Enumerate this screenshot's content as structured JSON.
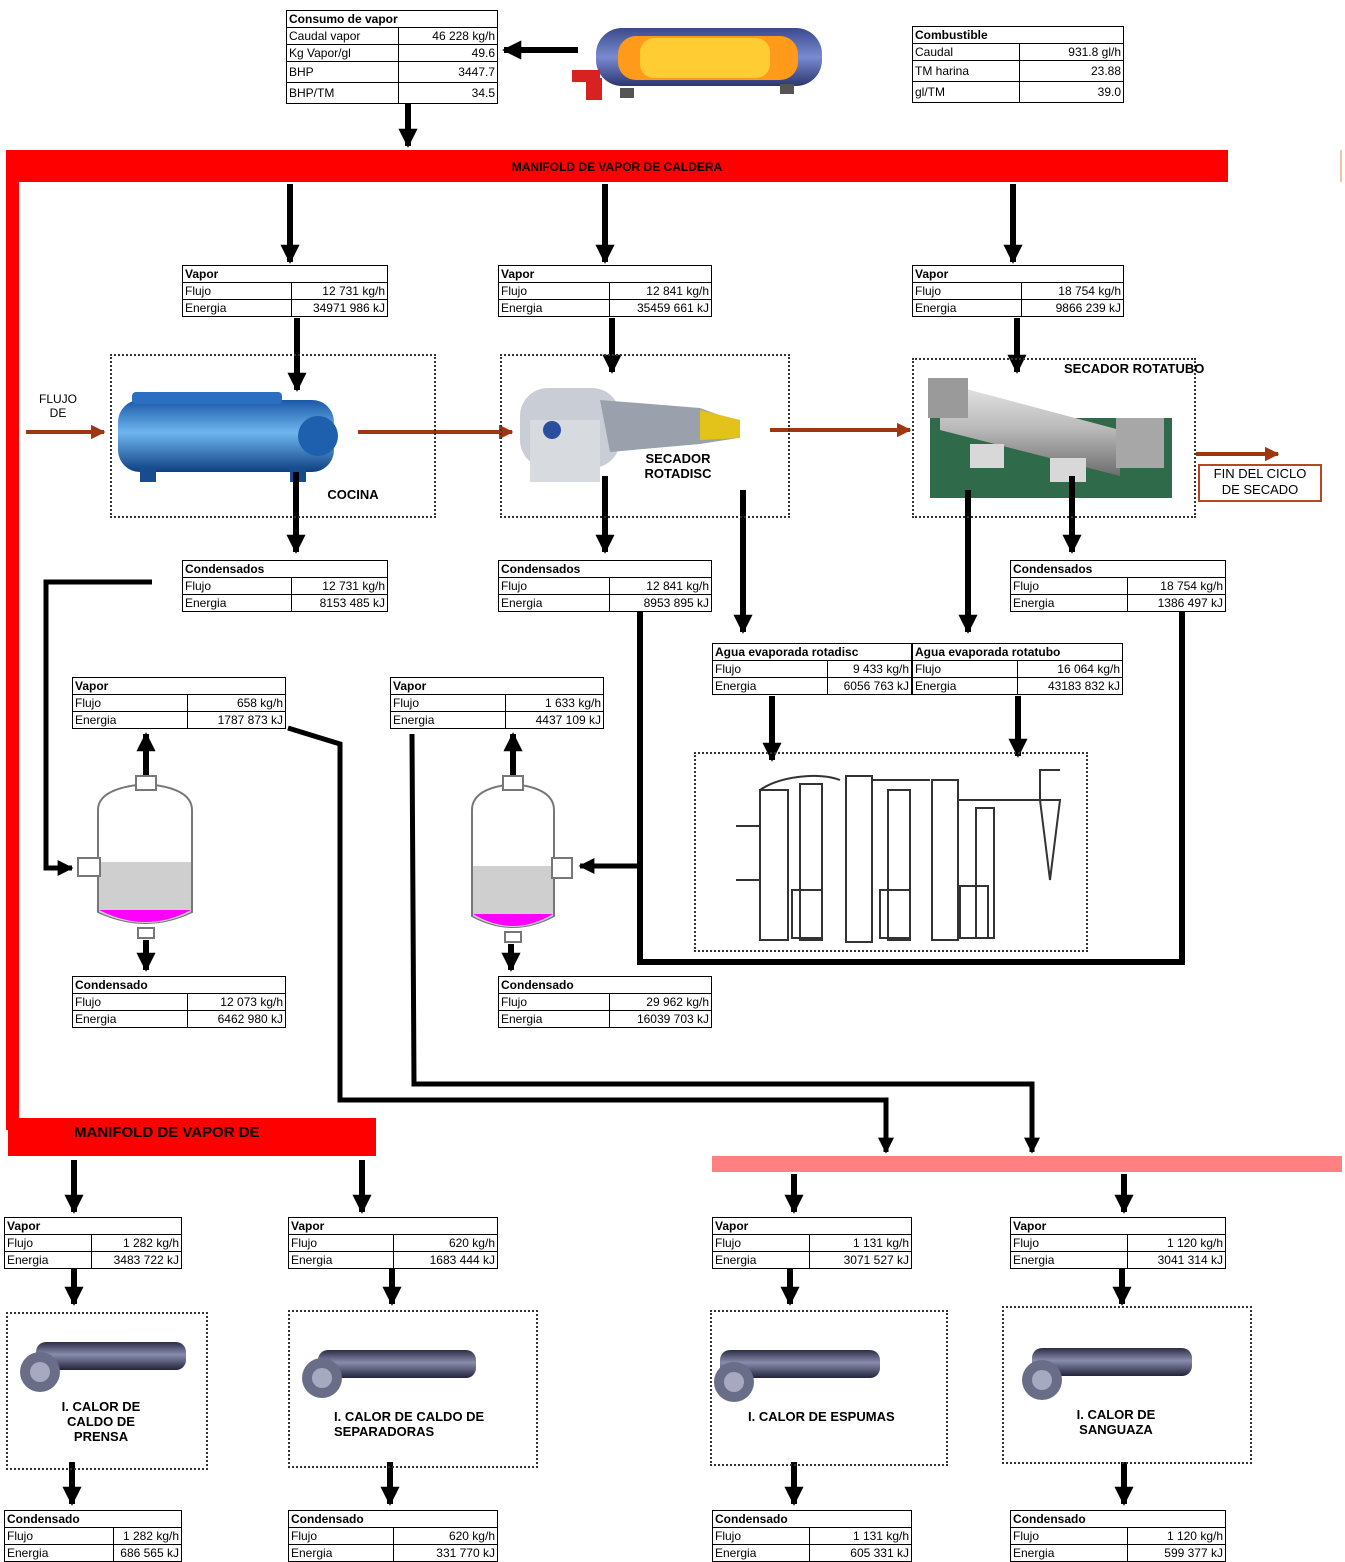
{
  "colors": {
    "manifold": "#ff0000",
    "manifold_light": "#ff8080",
    "product_flow": "#a0350f",
    "condensate_pink": "#ff00ff",
    "fin_border": "#b5481f"
  },
  "top": {
    "consumo": {
      "title": "Consumo de vapor",
      "rows": [
        {
          "k": "Caudal vapor",
          "v": "46 228 kg/h"
        },
        {
          "k": "Kg Vapor/gl",
          "v": "49.6"
        },
        {
          "k": "BHP",
          "v": "3447.7"
        },
        {
          "k": "BHP/TM",
          "v": "34.5"
        }
      ]
    },
    "combustible": {
      "title": "Combustible",
      "rows": [
        {
          "k": "Caudal",
          "v": "931.8 gl/h"
        },
        {
          "k": "TM harina",
          "v": "23.88"
        },
        {
          "k": "gl/TM",
          "v": "39.0"
        }
      ]
    }
  },
  "manifolds": {
    "caldera": "MANIFOLD DE VAPOR DE CALDERA",
    "second": "MANIFOLD DE VAPOR DE"
  },
  "process": {
    "flujo_de": "FLUJO\nDE",
    "cocina": "COCINA",
    "rotadisc": "SECADOR\nROTADISC",
    "rotatubo": "SECADOR ROTATUBO",
    "fin": "FIN DEL CICLO\nDE SECADO"
  },
  "tables": {
    "vapor_cocina": {
      "title": "Vapor",
      "flujo": "12 731 kg/h",
      "energia": "34971 986 kJ"
    },
    "vapor_rotadisc": {
      "title": "Vapor",
      "flujo": "12 841 kg/h",
      "energia": "35459 661 kJ"
    },
    "vapor_rotatubo": {
      "title": "Vapor",
      "flujo": "18 754 kg/h",
      "energia": "9866 239 kJ"
    },
    "cond_cocina": {
      "title": "Condensados",
      "flujo": "12 731 kg/h",
      "energia": "8153 485 kJ"
    },
    "cond_rotadisc": {
      "title": "Condensados",
      "flujo": "12 841 kg/h",
      "energia": "8953 895 kJ"
    },
    "cond_rotatubo": {
      "title": "Condensados",
      "flujo": "18 754 kg/h",
      "energia": "1386 497 kJ"
    },
    "agua_rotadisc": {
      "title": "Agua evaporada rotadisc",
      "flujo": "9 433 kg/h",
      "energia": "6056 763 kJ"
    },
    "agua_rotatubo": {
      "title": "Agua evaporada rotatubo",
      "flujo": "16 064 kg/h",
      "energia": "43183 832 kJ"
    },
    "flash1_vapor": {
      "title": "Vapor",
      "flujo": "658 kg/h",
      "energia": "1787 873 kJ"
    },
    "flash2_vapor": {
      "title": "Vapor",
      "flujo": "1 633 kg/h",
      "energia": "4437 109 kJ"
    },
    "flash1_cond": {
      "title": "Condensado",
      "flujo": "12 073 kg/h",
      "energia": "6462 980 kJ"
    },
    "flash2_cond": {
      "title": "Condensado",
      "flujo": "29 962 kg/h",
      "energia": "16039 703 kJ"
    },
    "b1_vapor": {
      "title": "Vapor",
      "flujo": "1 282 kg/h",
      "energia": "3483 722 kJ"
    },
    "b2_vapor": {
      "title": "Vapor",
      "flujo": "620 kg/h",
      "energia": "1683 444 kJ"
    },
    "b3_vapor": {
      "title": "Vapor",
      "flujo": "1 131 kg/h",
      "energia": "3071 527 kJ"
    },
    "b4_vapor": {
      "title": "Vapor",
      "flujo": "1 120 kg/h",
      "energia": "3041 314 kJ"
    },
    "b1_cond": {
      "title": "Condensado",
      "flujo": "1 282 kg/h",
      "energia": "686 565 kJ"
    },
    "b2_cond": {
      "title": "Condensado",
      "flujo": "620 kg/h",
      "energia": "331 770 kJ"
    },
    "b3_cond": {
      "title": "Condensado",
      "flujo": "1 131 kg/h",
      "energia": "605 331 kJ"
    },
    "b4_cond": {
      "title": "Condensado",
      "flujo": "1 120 kg/h",
      "energia": "599 377 kJ"
    }
  },
  "row_labels": {
    "flujo": "Flujo",
    "energia": "Energia"
  },
  "heaters": {
    "h1": "I. CALOR DE\nCALDO DE\nPRENSA",
    "h2": "I. CALOR DE CALDO DE\nSEPARADORAS",
    "h3": "I. CALOR  DE ESPUMAS",
    "h4": "I. CALOR DE\nSANGUAZA"
  }
}
